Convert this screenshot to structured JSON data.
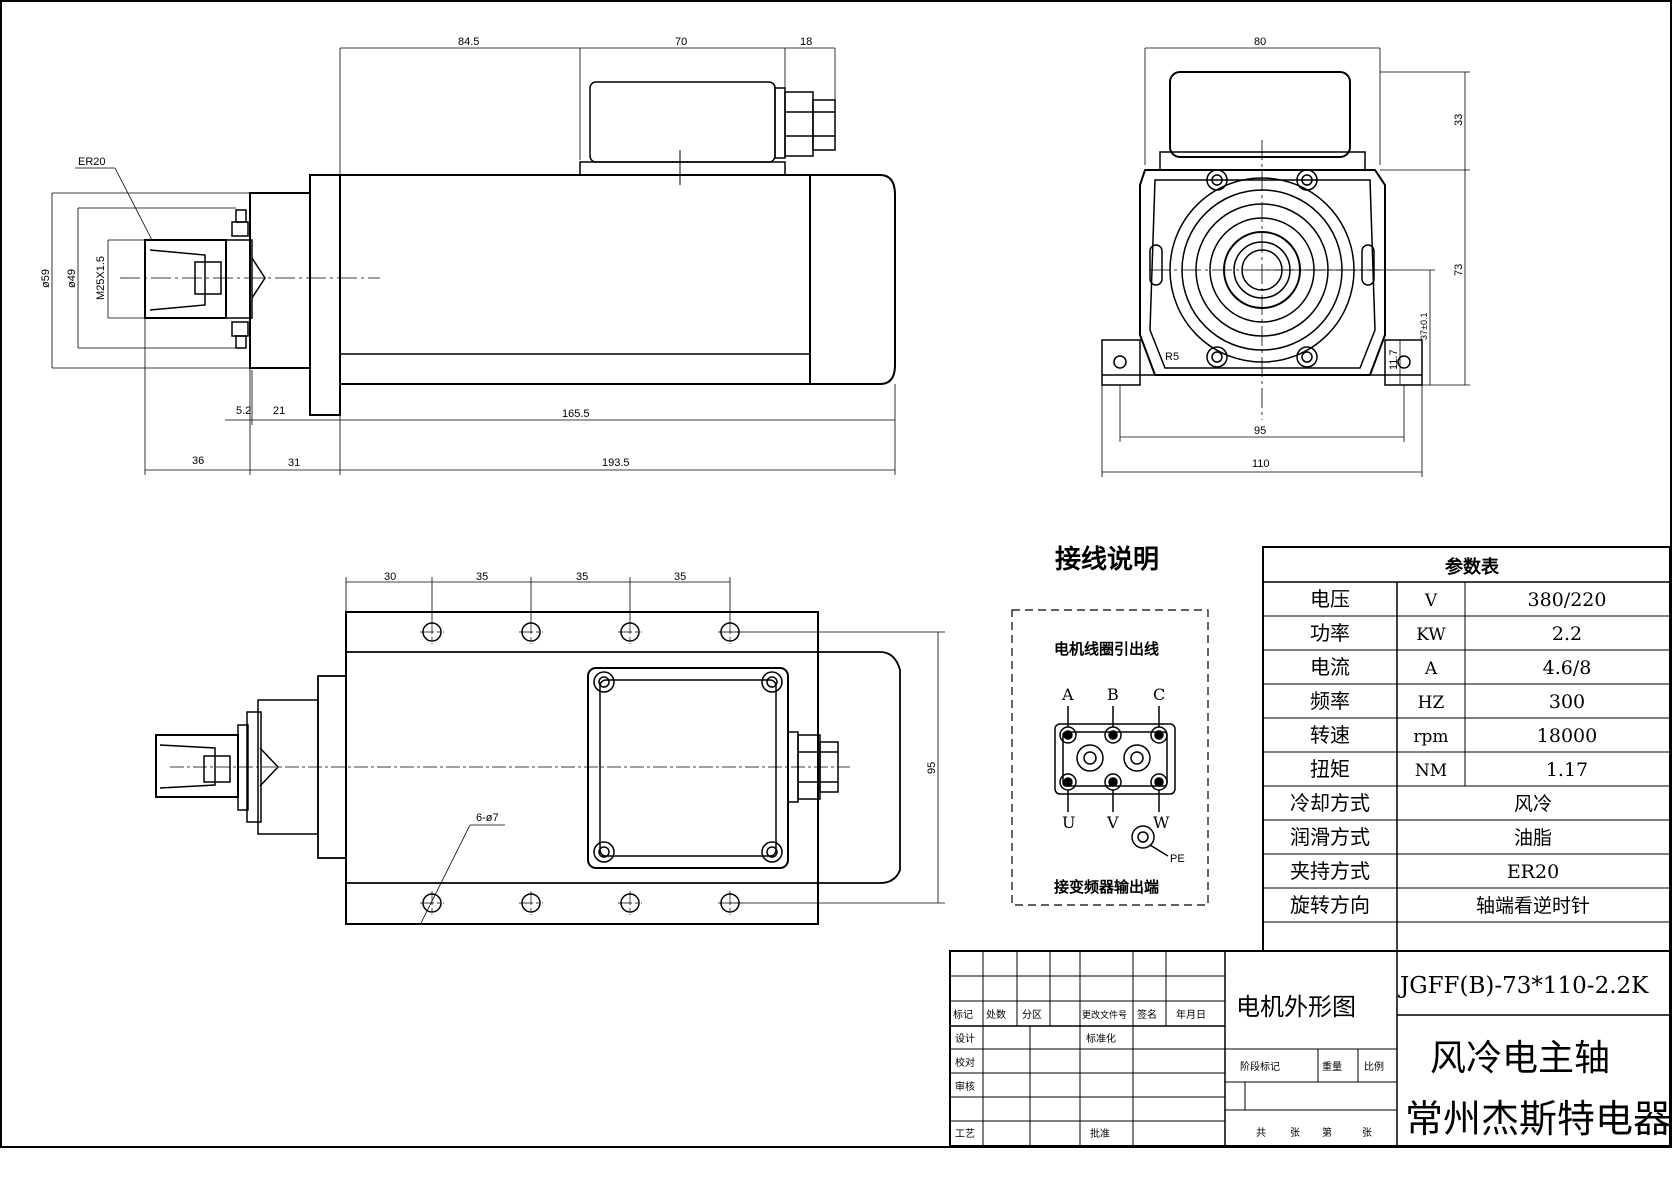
{
  "dimensions": {
    "side_top": [
      "84.5",
      "70",
      "18"
    ],
    "er20": "ER20",
    "dia59": "ø59",
    "dia49": "ø49",
    "thread": "M25X1.5",
    "d_5_2": "5.2",
    "d_21": "21",
    "d_165_5": "165.5",
    "d_36": "36",
    "d_31": "31",
    "d_193_5": "193.5",
    "front_80": "80",
    "front_33": "33",
    "front_73": "73",
    "front_37": "37±0.1",
    "front_11_7": "11.7",
    "front_r5": "R5",
    "front_95": "95",
    "front_110": "110",
    "top_spacing": [
      "30",
      "35",
      "35",
      "35"
    ],
    "top_95": "95",
    "holes": "6-ø7"
  },
  "wiring": {
    "title": "接线说明",
    "subtitle": "电机线圈引出线",
    "top_terminals": [
      "A",
      "B",
      "C"
    ],
    "bottom_terminals": [
      "U",
      "V",
      "W"
    ],
    "pe": "PE",
    "footer": "接变频器输出端"
  },
  "params": {
    "title": "参数表",
    "rows": [
      {
        "name": "电压",
        "unit": "V",
        "value": "380/220"
      },
      {
        "name": "功率",
        "unit": "KW",
        "value": "2.2"
      },
      {
        "name": "电流",
        "unit": "A",
        "value": "4.6/8"
      },
      {
        "name": "频率",
        "unit": "HZ",
        "value": "300"
      },
      {
        "name": "转速",
        "unit": "rpm",
        "value": "18000"
      },
      {
        "name": "扭矩",
        "unit": "NM",
        "value": "1.17"
      },
      {
        "name": "冷却方式",
        "unit": "",
        "value": "风冷"
      },
      {
        "name": "润滑方式",
        "unit": "",
        "value": "油脂"
      },
      {
        "name": "夹持方式",
        "unit": "",
        "value": "ER20"
      },
      {
        "name": "旋转方向",
        "unit": "",
        "value": "轴端看逆时针"
      }
    ]
  },
  "title_block": {
    "drawing_name": "电机外形图",
    "model": "JGFF(B)-73*110-2.2K",
    "product": "风冷电主轴",
    "company": "常州杰斯特电器",
    "rev_headers": [
      "标记",
      "处数",
      "分区",
      "更改文件号",
      "签名",
      "年月日"
    ],
    "sign_rows": [
      "设计",
      "校对",
      "审核",
      "工艺"
    ],
    "standard": "标准化",
    "approve": "批准",
    "stage": "阶段标记",
    "weight": "重量",
    "scale": "比例",
    "sheets": [
      "共",
      "张",
      "第",
      "张"
    ]
  }
}
